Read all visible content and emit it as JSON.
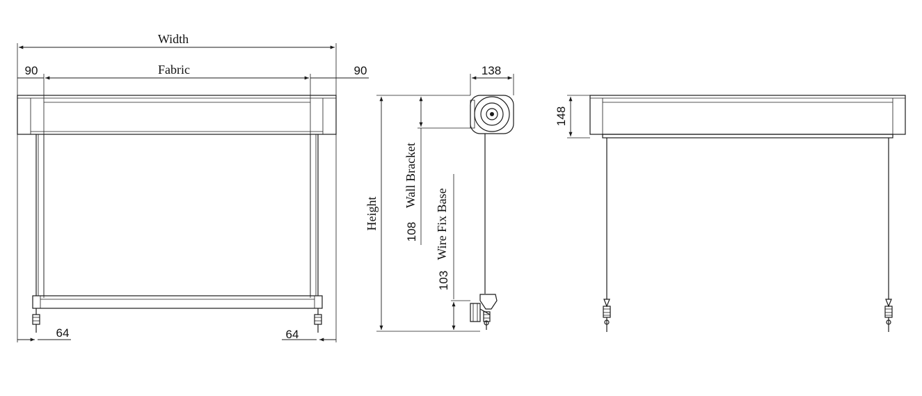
{
  "front_view": {
    "width_label": "Width",
    "fabric_label": "Fabric",
    "left_margin_label": "90",
    "right_margin_label": "90",
    "bottom_left_label": "64",
    "bottom_right_label": "64"
  },
  "side_view": {
    "top_dim_label": "138",
    "height_label": "Height",
    "wall_bracket_value": "108",
    "wall_bracket_label": "Wall Bracket",
    "wire_fix_value": "103",
    "wire_fix_label": "Wire Fix Base"
  },
  "back_view": {
    "height_dim_label": "148"
  }
}
